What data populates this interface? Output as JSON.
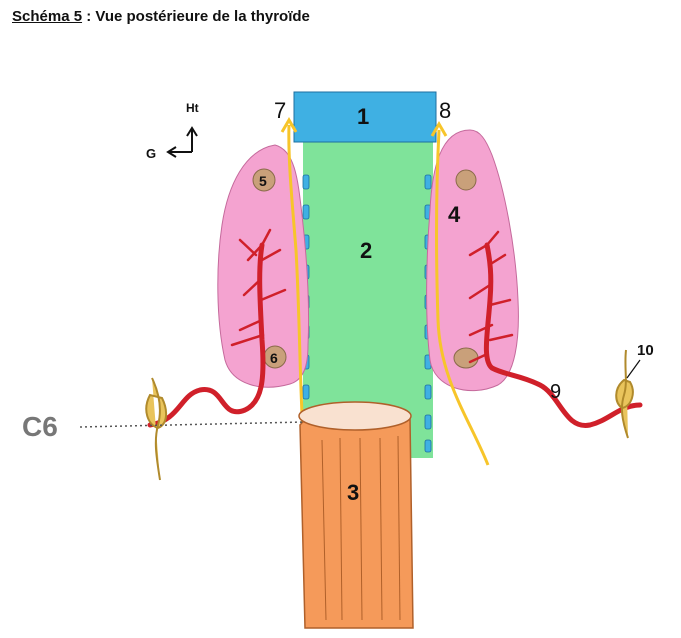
{
  "title": {
    "prefix": "Schéma 5",
    "text": " : Vue postérieure de la thyroïde"
  },
  "orientation": {
    "up": "Ht",
    "left": "G"
  },
  "level_label": "C6",
  "labels": {
    "n1": "1",
    "n2": "2",
    "n3": "3",
    "n4": "4",
    "n5": "5",
    "n6": "6",
    "n7": "7",
    "n8": "8",
    "n9": "9",
    "n10": "10"
  },
  "colors": {
    "cartilage": "#3fb0e3",
    "trachea": "#7fe39a",
    "gland": "#f4a3d0",
    "parathyroid": "#c9a07a",
    "artery": "#d0202a",
    "nerve_arrow": "#f7c52a",
    "esophagus": "#f59a5a",
    "ganglion": "#e9c45c"
  }
}
